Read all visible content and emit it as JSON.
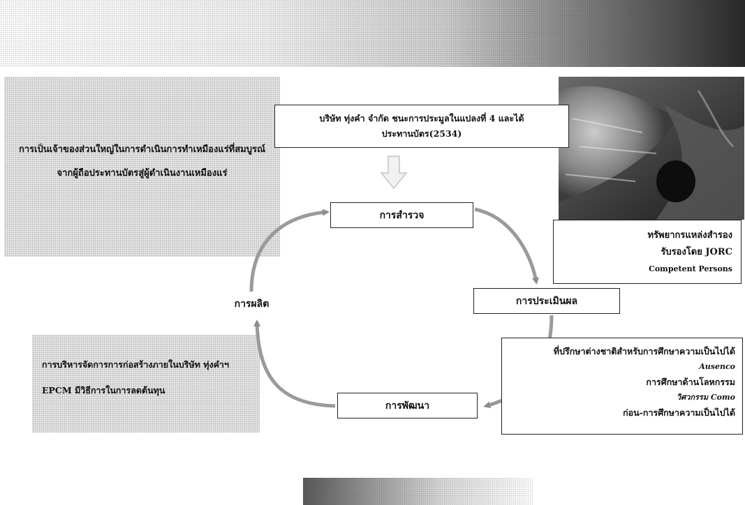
{
  "left_note_top": {
    "line1": "การเป็นเจ้าของส่วนใหญ่ในการดำเนินการทำเหมืองแร่ที่สมบูรณ์",
    "line2": "จากผู้ถือประทานบัตรสู่ผู้ดำเนินงานเหมืองแร่"
  },
  "left_note_bottom": {
    "line1": "การบริหารจัดการการก่อสร้างภายในบริษัท ทุ่งคำฯ",
    "line2": "EPCM มีวิธีการในการลดต้นทุน"
  },
  "top_info": {
    "line1": "บริษัท ทุ่งคำ จำกัด ชนะการประมูลในแปลงที่ 4 และได้",
    "line2": "ประทานบัตร(2534)"
  },
  "stages": {
    "explore": "การสำรวจ",
    "evaluate": "การประเมินผล",
    "develop": "การพัฒนา",
    "produce": "การผลิต"
  },
  "resource_box": {
    "line1": "ทรัพยากรแหล่งสำรอง",
    "line2": "รับรองโดย JORC",
    "line3": "Competent Persons"
  },
  "consult_box": {
    "line1": "ที่ปรึกษาต่างชาติสำหรับการศึกษาความเป็นไปได้",
    "line2": "Ausenco",
    "line3": "การศึกษาด้านโลหกรรม",
    "line4": "วิศวกรรม Como",
    "line5": "ก่อน-การศึกษาความเป็นไปได้"
  },
  "colors": {
    "arrow": "#9a9a9a",
    "box_border": "#222222",
    "note_bg": "#e7e7e7"
  },
  "icons": {
    "photo": "mine-site-photo",
    "down_arrow": "down-arrow-icon"
  }
}
